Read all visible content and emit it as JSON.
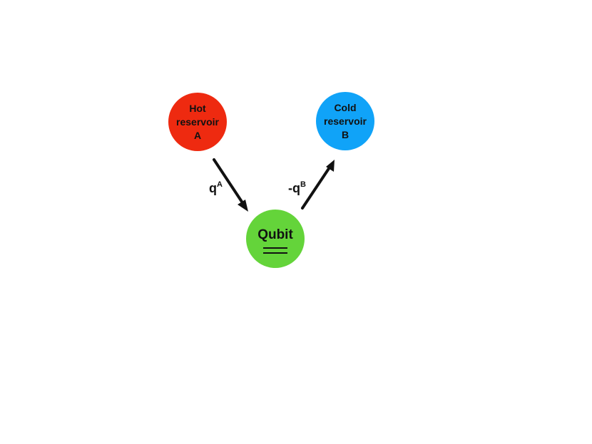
{
  "nodes": {
    "hot": {
      "lines": [
        "Hot",
        "reservoir",
        "A"
      ],
      "color": "#ee2a10"
    },
    "cold": {
      "lines": [
        "Cold",
        "reservoir",
        "B"
      ],
      "color": "#10a3f8"
    },
    "qubit": {
      "label": "Qubit",
      "color": "#64d43a"
    }
  },
  "flows": {
    "in": {
      "base": "q",
      "sup": "A"
    },
    "out": {
      "base": "-q",
      "sup": "B"
    }
  }
}
